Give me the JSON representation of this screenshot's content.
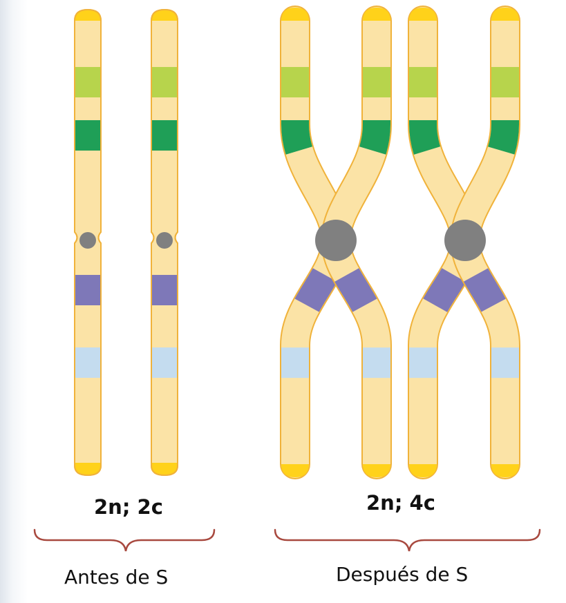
{
  "colors": {
    "chromatid_fill": "#fbe3a6",
    "chromatid_outline": "#f0b23a",
    "telomere": "#ffd21a",
    "band_light_green": "#b7d44c",
    "band_dark_green": "#1f9f57",
    "band_purple": "#7e78b8",
    "band_light_blue": "#c4dcef",
    "centromere": "#808080",
    "brace": "#a8493f"
  },
  "groups": {
    "before": {
      "ploidy_label": "2n; 2c",
      "phase_label": "Antes de S"
    },
    "after": {
      "ploidy_label": "2n; 4c",
      "phase_label": "Después de S"
    }
  }
}
